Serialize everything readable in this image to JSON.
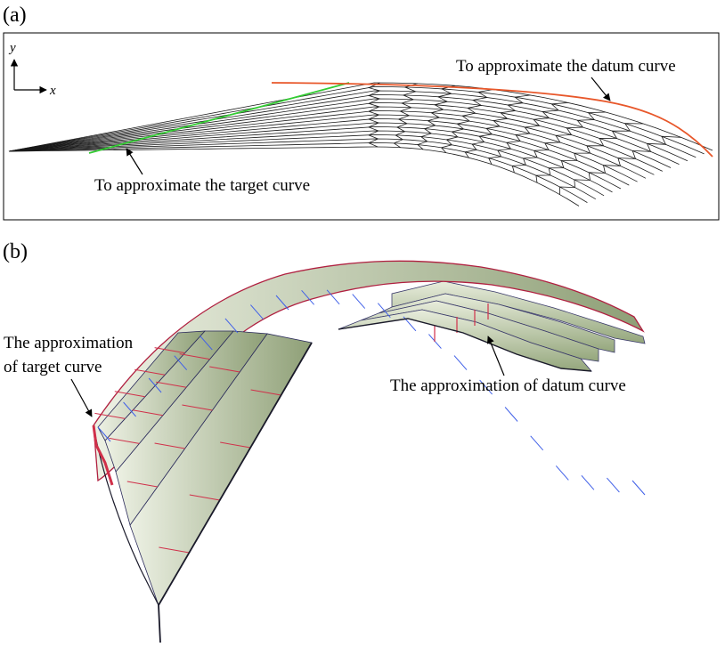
{
  "panel_a": {
    "label": "(a)",
    "axis_y": "y",
    "axis_x": "x",
    "annotation_datum": "To approximate the datum curve",
    "annotation_target": "To approximate the target curve"
  },
  "panel_b": {
    "label": "(b)",
    "annotation_target_line1": "The approximation",
    "annotation_target_line2": "of target curve",
    "annotation_datum": "The approximation of datum curve"
  },
  "colors": {
    "frame": "#000000",
    "mesh_line": "#1a1a1a",
    "target_curve": "#33cc33",
    "datum_curve": "#e8572a",
    "surface_light": "#e3ead6",
    "surface_dark": "#8a9c72",
    "ruling_red": "#d0304a",
    "ruling_blue": "#4060e8",
    "edge_dark": "#1a1a2a"
  }
}
